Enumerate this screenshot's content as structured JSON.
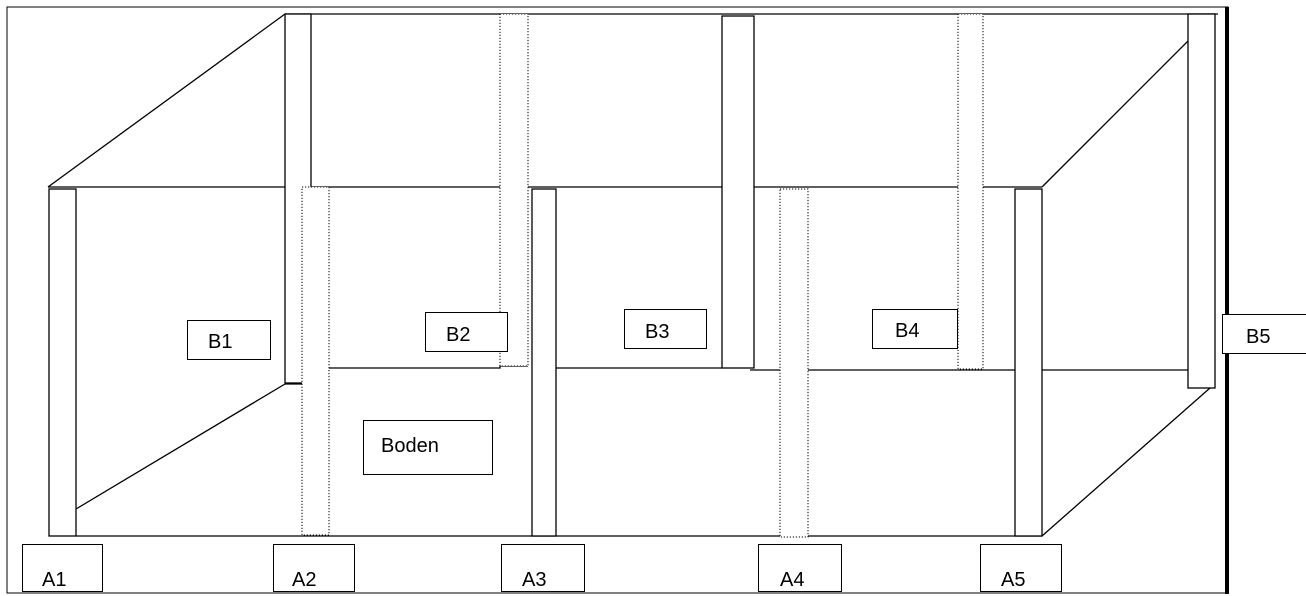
{
  "colors": {
    "line": "#000000",
    "background": "#ffffff"
  },
  "labels": {
    "a1": "A1",
    "a2": "A2",
    "a3": "A3",
    "a4": "A4",
    "a5": "A5",
    "b1": "B1",
    "b2": "B2",
    "b3": "B3",
    "b4": "B4",
    "b5": "B5",
    "floor": "Boden"
  }
}
